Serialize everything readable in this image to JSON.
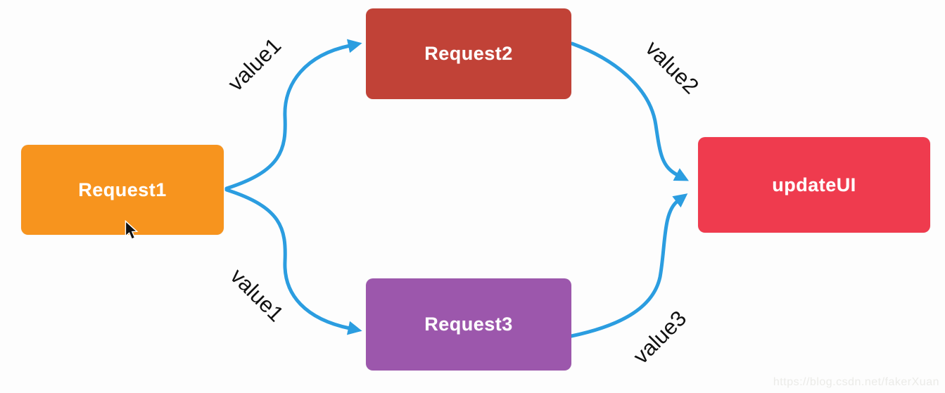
{
  "diagram": {
    "title_hint": "request merge flow",
    "arrow_color": "#2b9de0",
    "nodes": [
      {
        "id": "request1",
        "label": "Request1",
        "color": "#f7941e"
      },
      {
        "id": "request2",
        "label": "Request2",
        "color": "#c14237"
      },
      {
        "id": "request3",
        "label": "Request3",
        "color": "#9c57ac"
      },
      {
        "id": "updateui",
        "label": "updateUI",
        "color": "#ef3b4e"
      }
    ],
    "edges": [
      {
        "from": "request1",
        "to": "request2",
        "label": "value1"
      },
      {
        "from": "request2",
        "to": "updateui",
        "label": "value2"
      },
      {
        "from": "request1",
        "to": "request3",
        "label": "value1"
      },
      {
        "from": "request3",
        "to": "updateui",
        "label": "value3"
      }
    ]
  },
  "watermark": "https://blog.csdn.net/fakerXuan"
}
